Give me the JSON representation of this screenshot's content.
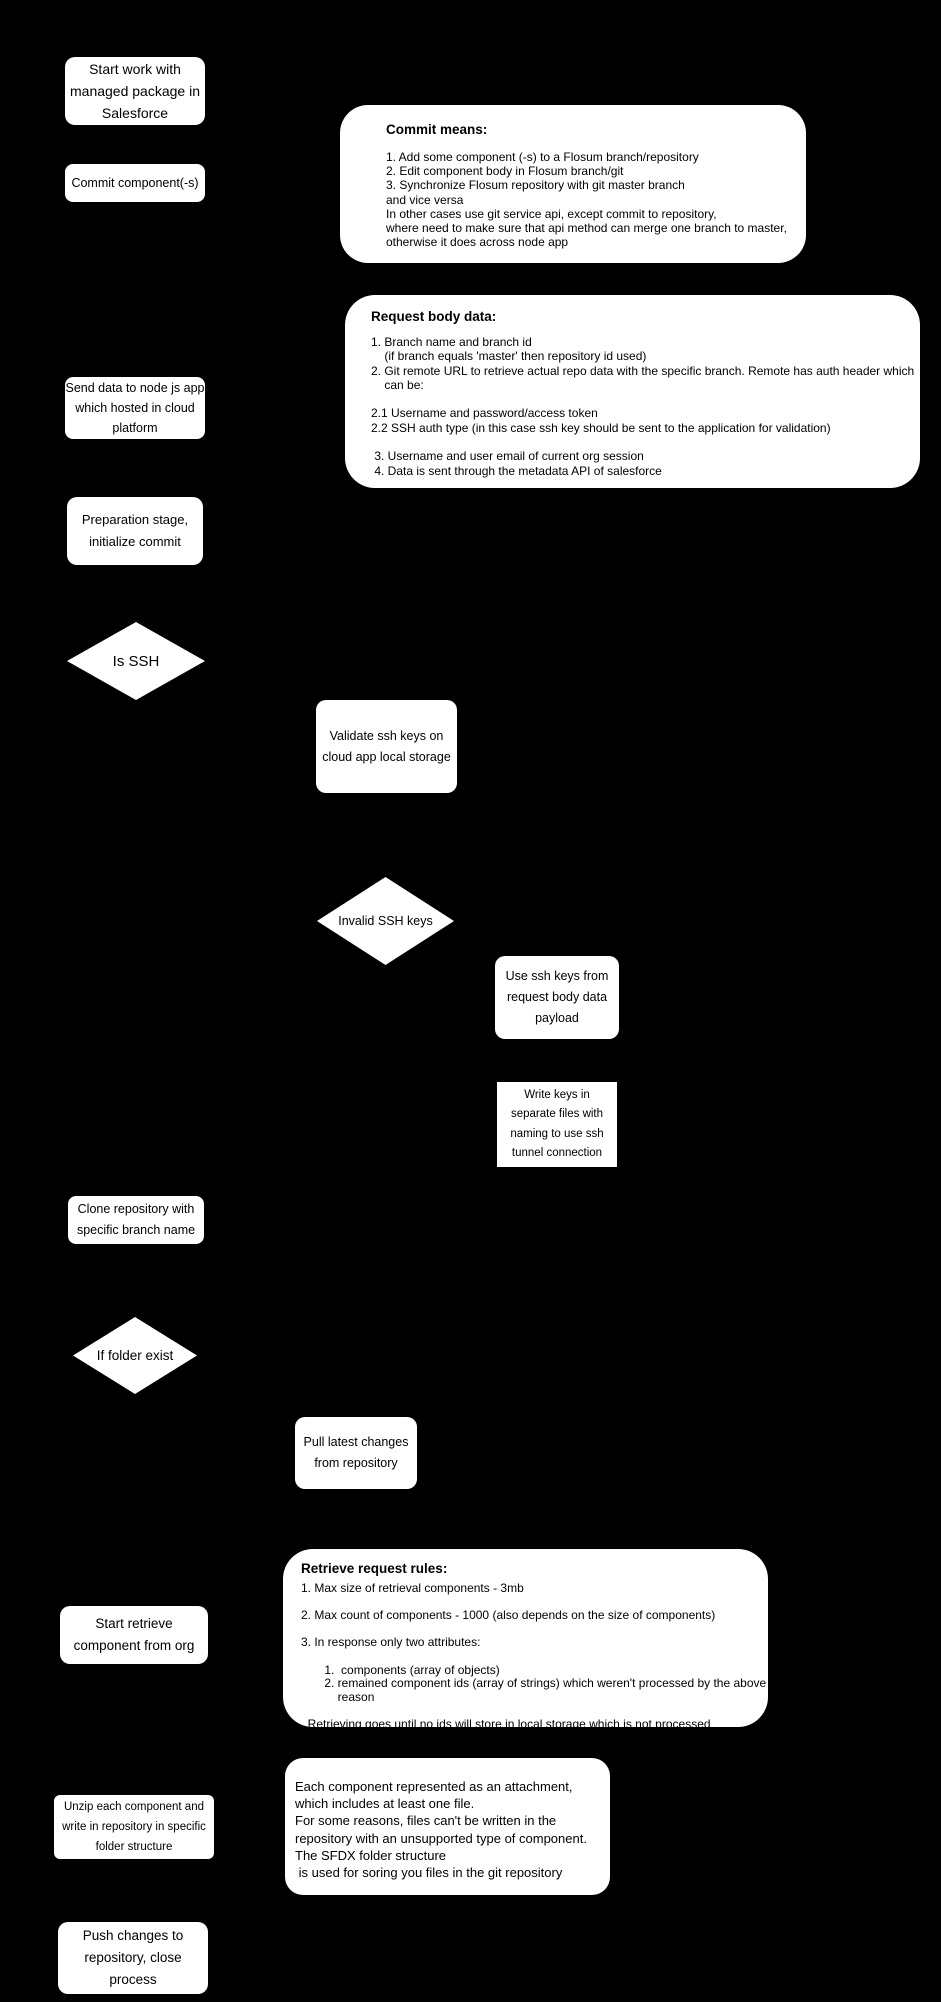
{
  "canvas": {
    "background_color": "#000000",
    "node_fill_color": "#ffffff",
    "text_color": "#000000"
  },
  "nodes": {
    "start": {
      "text": "Start work with\nmanaged package in\nSalesforce"
    },
    "commit": {
      "text": "Commit component(-s)"
    },
    "send_data": {
      "text": "Send data to node js app\nwhich hosted in cloud\nplatform"
    },
    "preparation": {
      "text": "Preparation stage,\ninitialize commit"
    },
    "is_ssh": {
      "text": "Is SSH"
    },
    "validate": {
      "text": "Validate ssh keys on\ncloud app local storage"
    },
    "invalid_ssh": {
      "text": "Invalid SSH keys"
    },
    "use_ssh": {
      "text": "Use ssh keys from\nrequest body data\npayload"
    },
    "write_keys": {
      "text": "Write keys in\nseparate files with\nnaming to use ssh\ntunnel connection"
    },
    "clone": {
      "text": "Clone repository with\nspecific branch name"
    },
    "if_folder": {
      "text": "If folder exist"
    },
    "pull": {
      "text": "Pull latest changes\nfrom repository"
    },
    "start_retrieve": {
      "text": "Start retrieve\ncomponent from org"
    },
    "unzip": {
      "text": "Unzip each component  and\nwrite in repository in specific\nfolder structure"
    },
    "push": {
      "text": "Push changes to\nrepository, close\nprocess"
    }
  },
  "notes": {
    "commit_means": {
      "title": "Commit means:",
      "body": [
        "1. Add some component (-s) to a Flosum branch/repository",
        "2. Edit component body in Flosum branch/git",
        "3. Synchronize Flosum repository with git master branch",
        "and vice versa",
        "In other cases use git service api, except commit to repository,",
        "where need to make sure that api method can merge one branch to master,",
        "otherwise it does across node app"
      ]
    },
    "request_body": {
      "title": "Request body data:",
      "body": [
        "1. Branch name and branch id",
        "    (if branch equals 'master' then repository id used)",
        "2. Git remote URL to retrieve actual repo data with the specific branch. Remote has auth header which",
        "    can be:",
        "",
        "2.1 Username and password/access token",
        "2.2 SSH auth type (in this case ssh key should be sent to the application for validation)",
        "",
        " 3. Username and user email of current org session",
        " 4. Data is sent through the metadata API of salesforce"
      ]
    },
    "retrieve_rules": {
      "title": "Retrieve request rules:",
      "body": [
        "1. Max size of retrieval components - 3mb",
        "",
        "2. Max count of components - 1000 (also depends on the size of components)",
        "",
        "3. In response only two attributes:",
        "",
        "       1.  components (array of objects)",
        "       2. remained component ids (array of strings) which weren't processed by the above",
        "           reason",
        "",
        "  Retrieving goes until no ids will store in local storage which is not processed"
      ]
    },
    "each_component": {
      "body": [
        "Each component represented as an attachment,",
        "which includes at least one file.",
        "For some reasons, files can't be written in the",
        "repository with an unsupported type of component.",
        "The SFDX folder structure",
        " is used for soring you files in the git repository"
      ]
    }
  }
}
